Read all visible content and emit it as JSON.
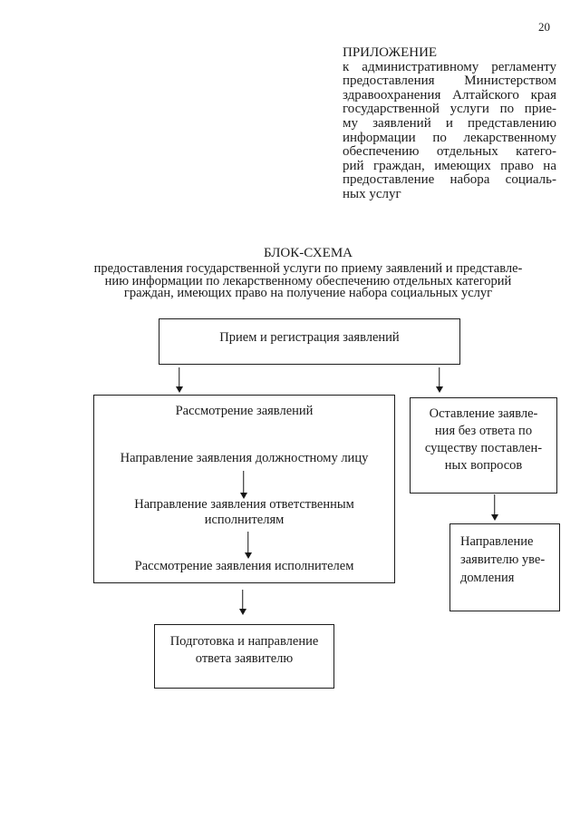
{
  "page": {
    "number": "20"
  },
  "colors": {
    "ink": "#1a1a1a",
    "paper": "#ffffff",
    "line": "#161616"
  },
  "appendix": {
    "heading": "ПРИЛОЖЕНИЕ",
    "justified_lines": [
      "к административному регламенту",
      "предоставления Министерством",
      "здравоохранения Алтайского края",
      "государственной услуги по прие-",
      "му заявлений и представлению",
      "информации по лекарственному",
      "обеспечению отдельных катего-",
      "рий граждан, имеющих право на",
      "предоставление набора социаль-"
    ],
    "last_line": "ных услуг"
  },
  "schema": {
    "title": "БЛОК-СХЕМА",
    "subtitle_lines": [
      "предоставления государственной услуги по приему заявлений и представле-",
      "нию информации по лекарственному обеспечению отдельных категорий",
      "граждан, имеющих право на получение набора социальных услуг"
    ]
  },
  "flowchart": {
    "intake_box": {
      "label": "Прием и регистрация заявлений"
    },
    "review_box": {
      "title": "Рассмотрение заявлений",
      "step1": "Направление заявления должностному лицу",
      "step2_lines": [
        "Направление заявления ответственным",
        "исполнителям"
      ],
      "step3": "Рассмотрение заявления исполнителем"
    },
    "leave_box": {
      "lines": [
        "Оставление заявле-",
        "ния без ответа по",
        "существу поставлен-",
        "ных вопросов"
      ]
    },
    "notice_box": {
      "lines": [
        "Направление",
        "заявителю уве-",
        "домления"
      ]
    },
    "answer_box": {
      "lines": [
        "Подготовка и направление",
        "ответа заявителю"
      ]
    }
  }
}
